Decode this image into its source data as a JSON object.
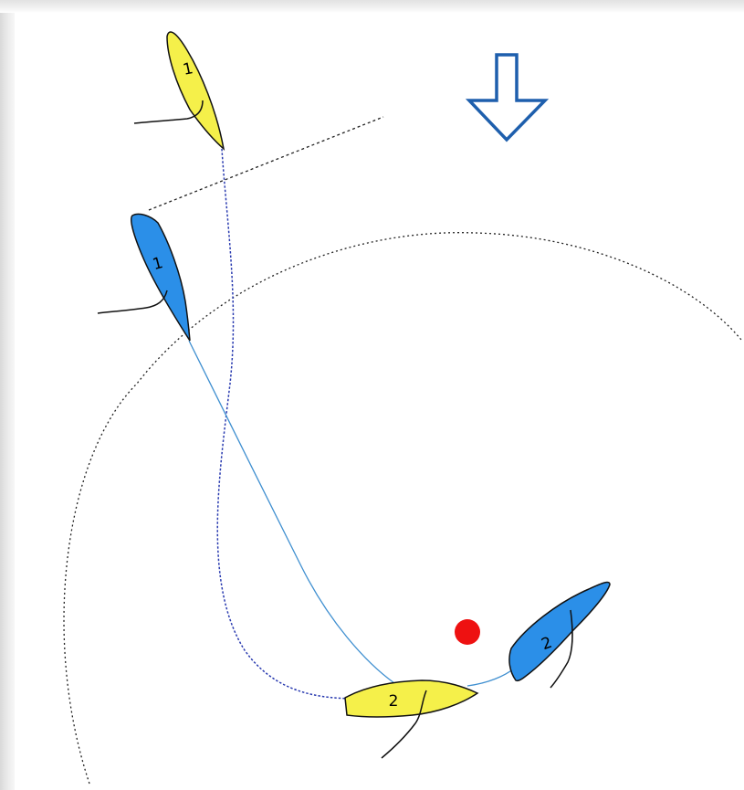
{
  "colors": {
    "yellow_boat": "#f5f04a",
    "blue_boat": "#2b8fe8",
    "mark": "#ee1111",
    "wind_arrow": "#1e5fad",
    "outline": "#111111",
    "yellow_track": "#2a3bb0",
    "blue_track": "#3f8fd0",
    "guide_line": "#222222"
  },
  "icons": {
    "wind": "down-arrow-outline",
    "mark": "red-circle-buoy"
  },
  "boats": [
    {
      "id": "yellow-1",
      "label": "1",
      "color": "yellow"
    },
    {
      "id": "blue-1",
      "label": "1",
      "color": "blue"
    },
    {
      "id": "yellow-2",
      "label": "2",
      "color": "yellow"
    },
    {
      "id": "blue-2",
      "label": "2",
      "color": "blue"
    }
  ]
}
